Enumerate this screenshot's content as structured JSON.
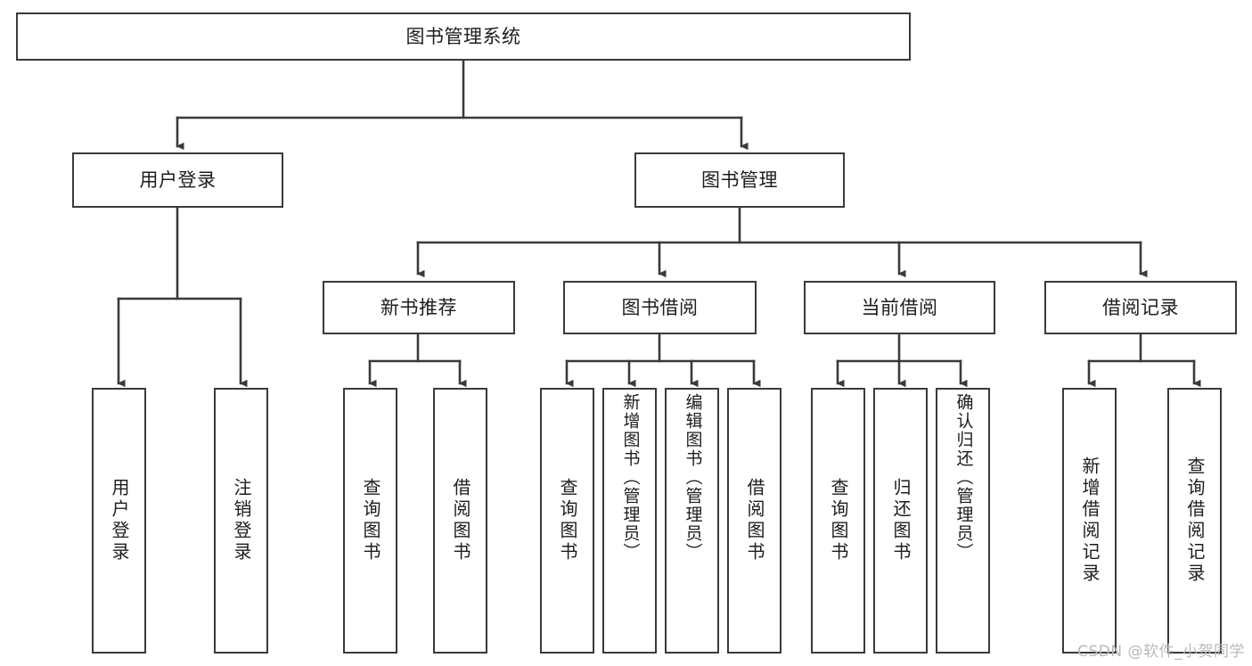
{
  "diagram": {
    "title": "图书管理系统",
    "type": "tree-hierarchy-diagram",
    "colors": {
      "background": "#ffffff",
      "node_border": "#3a3a3a",
      "node_fill": "#ffffff",
      "edge": "#3a3a3a",
      "text": "#1d1d1d",
      "watermark": "#b9b9b9"
    },
    "root": {
      "label": "图书管理系统"
    },
    "level2": [
      {
        "label": "用户登录"
      },
      {
        "label": "图书管理"
      }
    ],
    "level3": [
      {
        "label": "新书推荐"
      },
      {
        "label": "图书借阅"
      },
      {
        "label": "当前借阅"
      },
      {
        "label": "借阅记录"
      }
    ],
    "leaves": {
      "user_login": [
        {
          "label": "用户登录"
        },
        {
          "label": "注销登录"
        }
      ],
      "new_book_recommend": [
        {
          "label": "查询图书"
        },
        {
          "label": "借阅图书"
        }
      ],
      "book_borrow": [
        {
          "label": "查询图书"
        },
        {
          "label": "新增图书（管理员）"
        },
        {
          "label": "编辑图书（管理员）"
        },
        {
          "label": "借阅图书"
        }
      ],
      "current_borrow": [
        {
          "label": "查询图书"
        },
        {
          "label": "归还图书"
        },
        {
          "label": "确认归还（管理员）"
        }
      ],
      "borrow_record": [
        {
          "label": "新增借阅记录"
        },
        {
          "label": "查询借阅记录"
        }
      ]
    },
    "watermark": "CSDN @软件_小贺同学"
  }
}
